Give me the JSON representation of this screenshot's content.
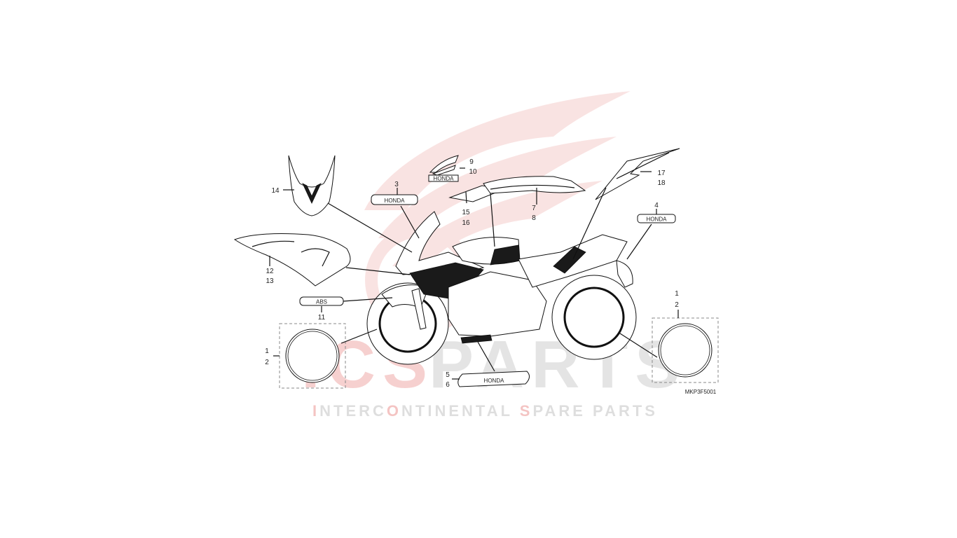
{
  "watermark": {
    "brand_ics": "ICS",
    "brand_parts": "PARTS",
    "tagline_prefix_1": "I",
    "tagline_part_1": "NTERC",
    "tagline_prefix_2": "O",
    "tagline_part_2": "NTINENTAL ",
    "tagline_prefix_3": "S",
    "tagline_part_3": "PARE PARTS",
    "red": "#d9302b",
    "gray": "#8a8a8a"
  },
  "callouts": {
    "c1a": "1",
    "c2a": "2",
    "c1b": "1",
    "c2b": "2",
    "c3": "3",
    "c4": "4",
    "c5": "5",
    "c6": "6",
    "c7": "7",
    "c8": "8",
    "c9": "9",
    "c10": "10",
    "c11": "11",
    "c12": "12",
    "c13": "13",
    "c14": "14",
    "c15": "15",
    "c16": "16",
    "c17": "17",
    "c18": "18"
  },
  "decals": {
    "brand_3": "HONDA",
    "brand_4": "HONDA",
    "brand_5": "HONDA",
    "brand_9": "HONDA",
    "abs_11": "ABS"
  },
  "diagram_code": "MKP3F5001"
}
